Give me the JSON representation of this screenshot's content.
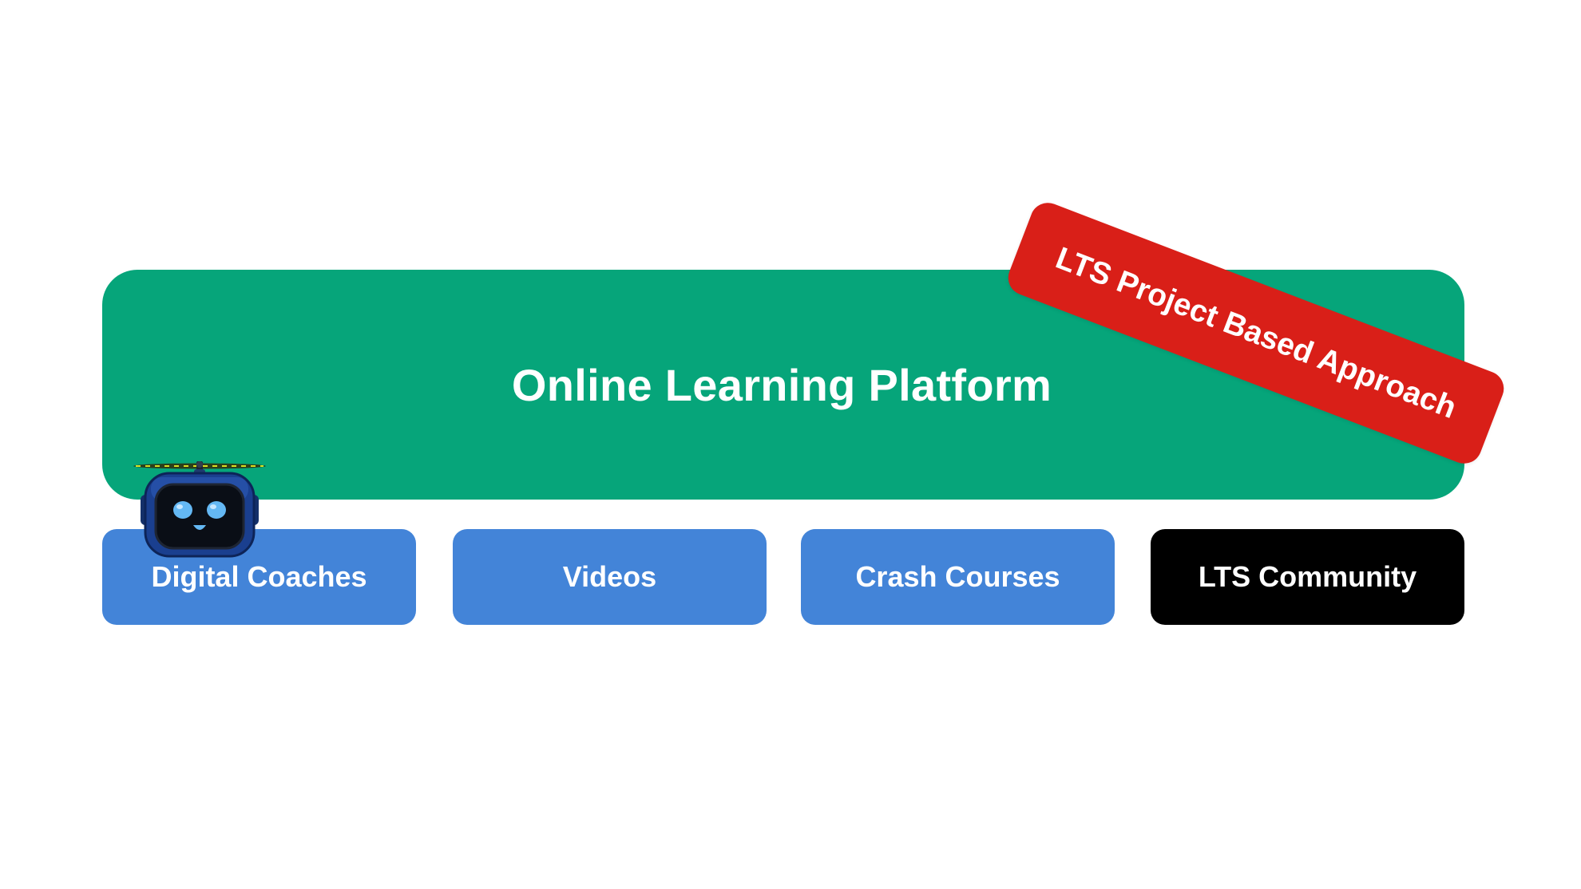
{
  "platform": {
    "title": "Online Learning Platform",
    "color": "#06a57a"
  },
  "banner": {
    "label": "LTS Project Based Approach",
    "color": "#d91f18"
  },
  "tiles": [
    {
      "label": "Digital Coaches",
      "color": "#4384d8"
    },
    {
      "label": "Videos",
      "color": "#4384d8"
    },
    {
      "label": "Crash Courses",
      "color": "#4384d8"
    },
    {
      "label": "LTS Community",
      "color": "#000000"
    }
  ],
  "mascot": {
    "icon": "robot-icon"
  }
}
